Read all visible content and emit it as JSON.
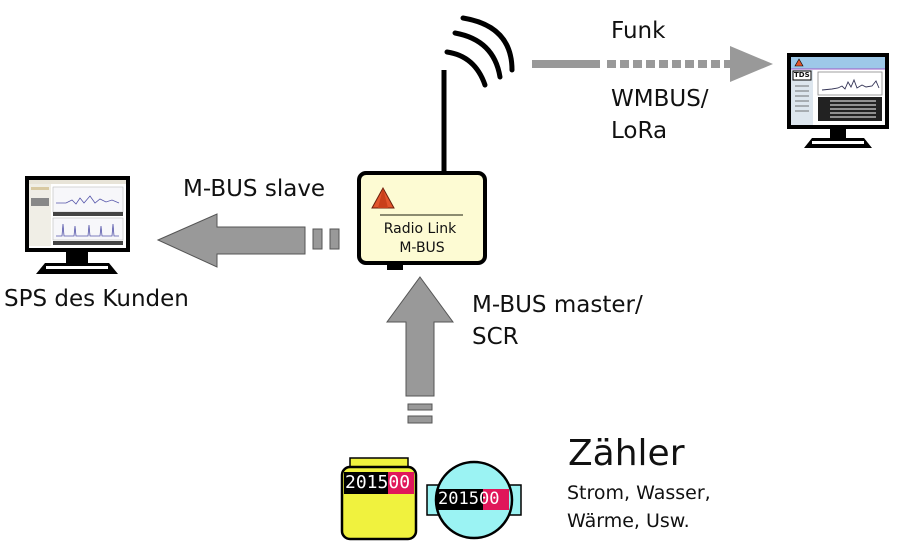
{
  "labels": {
    "funk": "Funk",
    "wmbus_lora_line1": "WMBUS/",
    "wmbus_lora_line2": "LoRa",
    "mbus_slave": "M-BUS slave",
    "sps": "SPS des Kunden",
    "mbus_master_line1": "M-BUS master/",
    "mbus_master_line2": "SCR",
    "zaehler_title": "Zähler",
    "zaehler_line1": "Strom, Wasser,",
    "zaehler_line2": "Wärme, Usw."
  },
  "device": {
    "line1": "Radio Link",
    "line2": "M-BUS"
  },
  "remote_screen": {
    "badge": "TDS"
  },
  "meters": [
    {
      "digits_black": "2015",
      "digits_red": "00"
    },
    {
      "digits_black": "2015",
      "digits_red": "00"
    }
  ],
  "colors": {
    "arrow": "#999999",
    "device_fill": "#fdfbd3",
    "warning_triangle": "#e2552c",
    "meter_yellow": "#f0f23e",
    "meter_cyan": "#9bf3f3",
    "digit_red": "#e0175a",
    "screen_bar": "#9dc8e8"
  }
}
